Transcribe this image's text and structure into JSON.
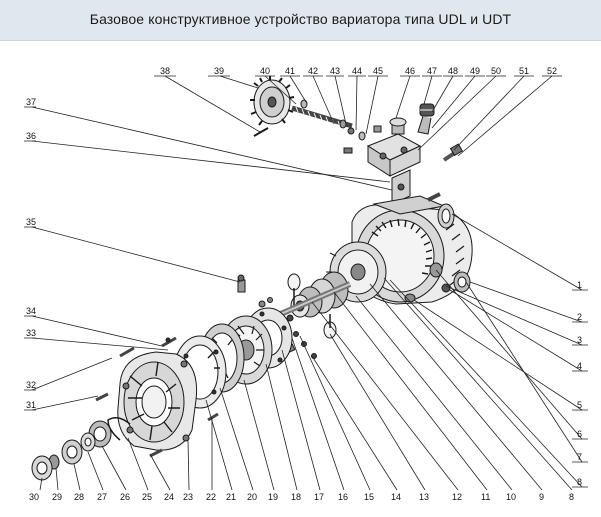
{
  "title": "Базовое конструктивное устройство вариатора типа UDL и UDT",
  "labels_top": [
    "38",
    "39",
    "40",
    "41",
    "42",
    "43",
    "44",
    "45",
    "46",
    "47",
    "48",
    "49",
    "50",
    "51",
    "52"
  ],
  "labels_left": [
    "37",
    "36",
    "35",
    "34",
    "33",
    "32",
    "31"
  ],
  "labels_right": [
    "1",
    "2",
    "3",
    "4",
    "5",
    "6",
    "7",
    "8"
  ],
  "labels_bottom": [
    "30",
    "29",
    "28",
    "27",
    "26",
    "25",
    "24",
    "23",
    "22",
    "21",
    "20",
    "19",
    "18",
    "17",
    "16",
    "15",
    "14",
    "13",
    "12",
    "11",
    "10",
    "9",
    "8"
  ]
}
